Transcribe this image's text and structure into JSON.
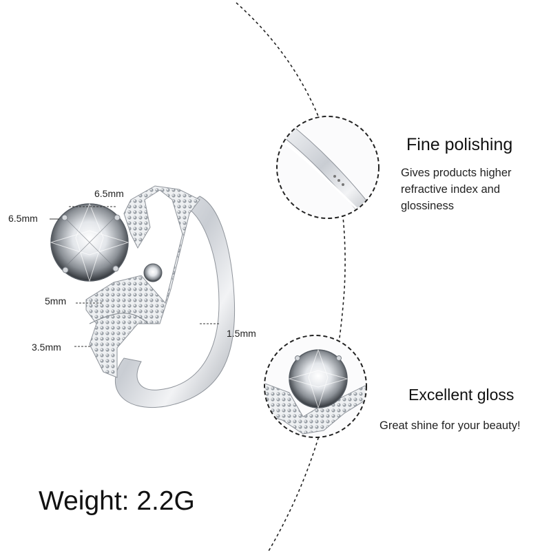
{
  "dimensions": {
    "stone_width": "6.5mm",
    "stone_height": "6.5mm",
    "crown_height": "5mm",
    "band_height": "3.5mm",
    "band_width": "1.5mm"
  },
  "features": [
    {
      "title": "Fine polishing",
      "description_lines": [
        "Gives products higher",
        "refractive index and",
        "glossiness"
      ]
    },
    {
      "title": "Excellent gloss",
      "description_lines": [
        "Great shine for your beauty!"
      ]
    }
  ],
  "weight": "Weight: 2.2G",
  "colors": {
    "background": "#ffffff",
    "metal": "#d8dbe0",
    "text": "#1a1a1a"
  }
}
